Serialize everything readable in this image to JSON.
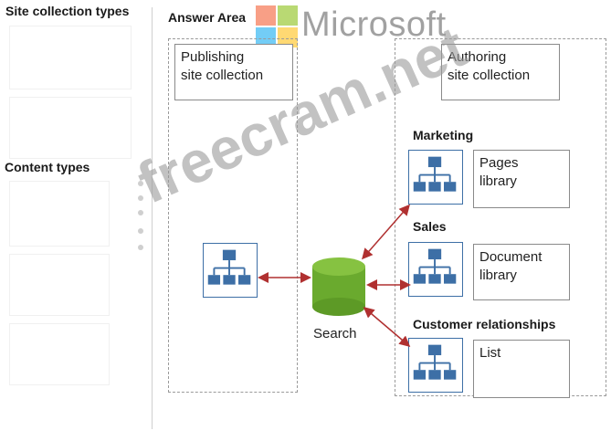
{
  "left_panel": {
    "site_collection_types_heading": "Site collection types",
    "content_types_heading": "Content types"
  },
  "answer_area": {
    "heading": "Answer Area",
    "publishing_box": "Publishing\nsite collection",
    "authoring_box": "Authoring\nsite collection",
    "search_label": "Search",
    "groups": [
      {
        "heading": "Marketing",
        "library": "Pages\nlibrary"
      },
      {
        "heading": "Sales",
        "library": "Document\nlibrary"
      },
      {
        "heading": "Customer relationships",
        "library": "List"
      }
    ]
  },
  "watermarks": {
    "microsoft_logo_text": "Microsoft",
    "site_text": "freecram.net"
  },
  "colors": {
    "site_icon_blue": "#3d6fa6",
    "search_green": "#6aaa2e",
    "arrow_red": "#b03030",
    "logo_red": "#f25022",
    "logo_green": "#7fba00",
    "logo_blue": "#00a4ef",
    "logo_yellow": "#ffb900"
  }
}
